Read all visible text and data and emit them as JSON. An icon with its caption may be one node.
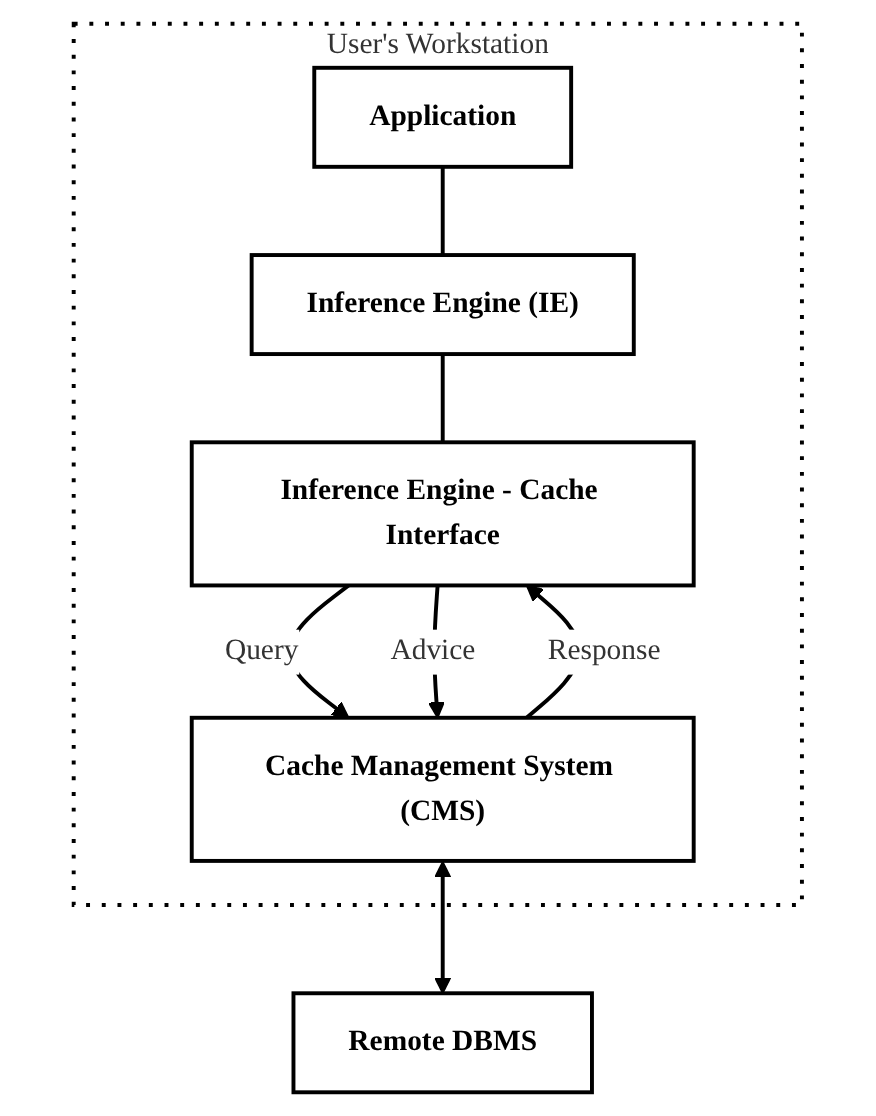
{
  "diagram": {
    "nodes": [
      {
        "text": [
          "User's Workstation"
        ]
      },
      {
        "text": [
          "Application"
        ],
        "in": 0
      },
      {
        "text": [
          "Inference Engine (IE)"
        ],
        "in": 0
      },
      {
        "text": [
          "Inference Engine - Cache Interface"
        ],
        "in": 0
      },
      {
        "text": [
          "Cache Management System (CMS)"
        ],
        "in": 0
      },
      {
        "text": [
          "Remote DBMS"
        ]
      }
    ],
    "edges": [
      {
        "from": 1,
        "to": 2,
        "arrow": "none"
      },
      {
        "from": 2,
        "to": 3,
        "arrow": "none"
      },
      {
        "from": 3,
        "to": 4,
        "arrow": "to",
        "label": "Query"
      },
      {
        "from": 3,
        "to": 4,
        "arrow": "to",
        "label": "Advice"
      },
      {
        "from": 4,
        "to": 3,
        "arrow": "to",
        "label": "Response"
      },
      {
        "from": 4,
        "to": 5,
        "arrow": "both"
      }
    ]
  }
}
